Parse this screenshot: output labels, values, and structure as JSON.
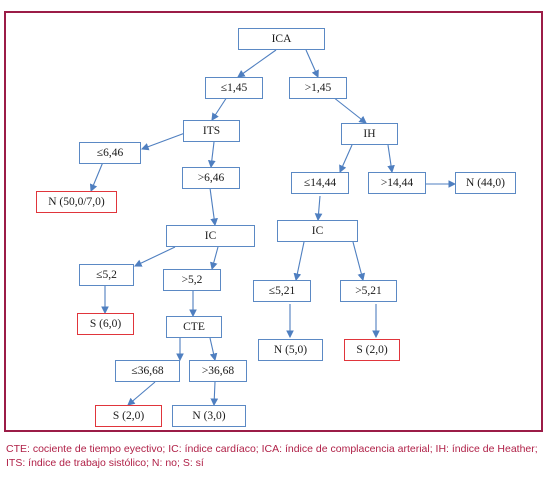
{
  "nodes": {
    "ica": "ICA",
    "le145": "≤1,45",
    "gt145": ">1,45",
    "its": "ITS",
    "le646": "≤6,46",
    "n_50_7": "N (50,0/7,0)",
    "gt646": ">6,46",
    "ic1": "IC",
    "le52": "≤5,2",
    "gt52": ">5,2",
    "s_6": "S (6,0)",
    "cte": "CTE",
    "le3668": "≤36,68",
    "gt3668": ">36,68",
    "s_2a": "S (2,0)",
    "n_3": "N (3,0)",
    "ih": "IH",
    "le1444": "≤14,44",
    "gt1444": ">14,44",
    "n_44": "N (44,0)",
    "ic2": "IC",
    "le521": "≤5,21",
    "gt521": ">5,21",
    "n_5": "N (5,0)",
    "s_2b": "S (2,0)"
  },
  "caption": "CTE: cociente de tiempo eyectivo; IC: índice cardíaco; ICA: índice de complacencia arterial; IH: índice de Heather; ITS: índice de trabajo sistólico; N: no; S: sí",
  "colors": {
    "frame": "#9b1c47",
    "node_border": "#5b89c4",
    "leaf_border": "#e0353b",
    "edge": "#4f7fc0",
    "caption": "#b02047"
  }
}
